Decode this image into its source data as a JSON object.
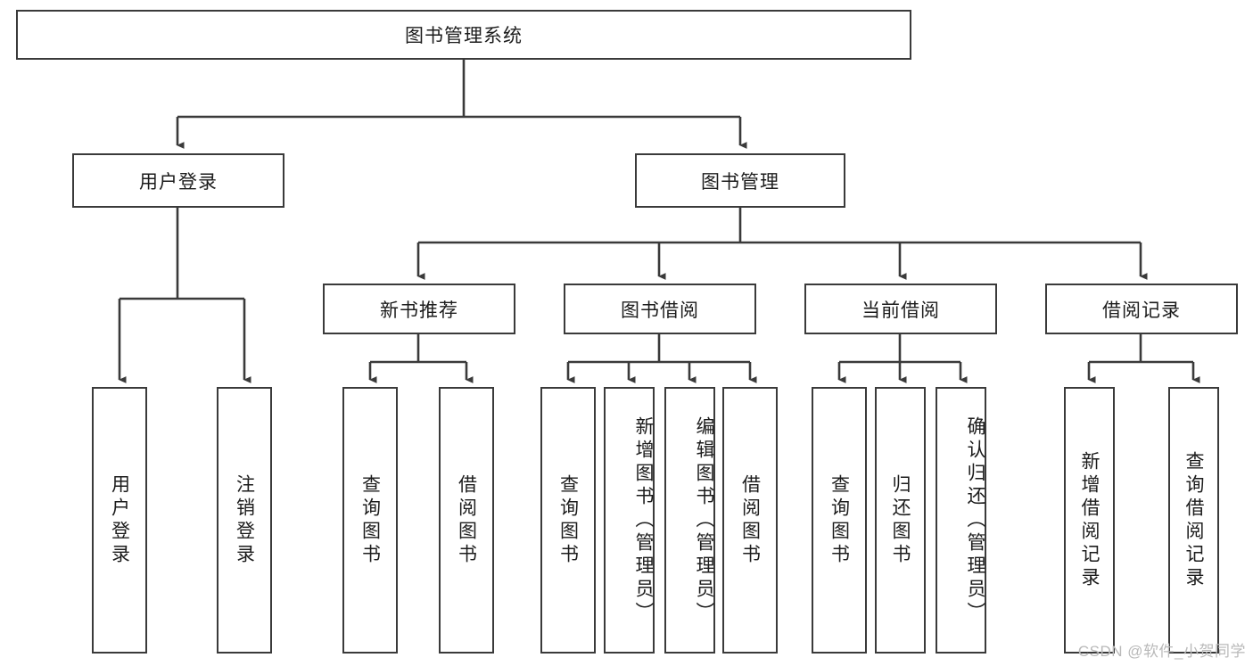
{
  "diagram": {
    "type": "tree",
    "title": "图书管理系统",
    "watermark": "CSDN @软件_小贺同学",
    "colors": {
      "stroke": "#3a3a3a",
      "fill": "#ffffff",
      "text": "#1c1c1c",
      "watermark": "#b9b9b9"
    },
    "root": {
      "label": "图书管理系统"
    },
    "level1": [
      {
        "label": "用户登录"
      },
      {
        "label": "图书管理"
      }
    ],
    "level2": [
      {
        "label": "新书推荐"
      },
      {
        "label": "图书借阅"
      },
      {
        "label": "当前借阅"
      },
      {
        "label": "借阅记录"
      }
    ],
    "leaves": {
      "user_login": [
        {
          "label": "用户登录"
        },
        {
          "label": "注销登录"
        }
      ],
      "new_book_recommend": [
        {
          "label": "查询图书"
        },
        {
          "label": "借阅图书"
        }
      ],
      "book_borrow": [
        {
          "label": "查询图书"
        },
        {
          "label": "新增图书（管理员）"
        },
        {
          "label": "编辑图书（管理员）"
        },
        {
          "label": "借阅图书"
        }
      ],
      "current_borrow": [
        {
          "label": "查询图书"
        },
        {
          "label": "归还图书"
        },
        {
          "label": "确认归还（管理员）"
        }
      ],
      "borrow_records": [
        {
          "label": "新增借阅记录"
        },
        {
          "label": "查询借阅记录"
        }
      ]
    }
  }
}
